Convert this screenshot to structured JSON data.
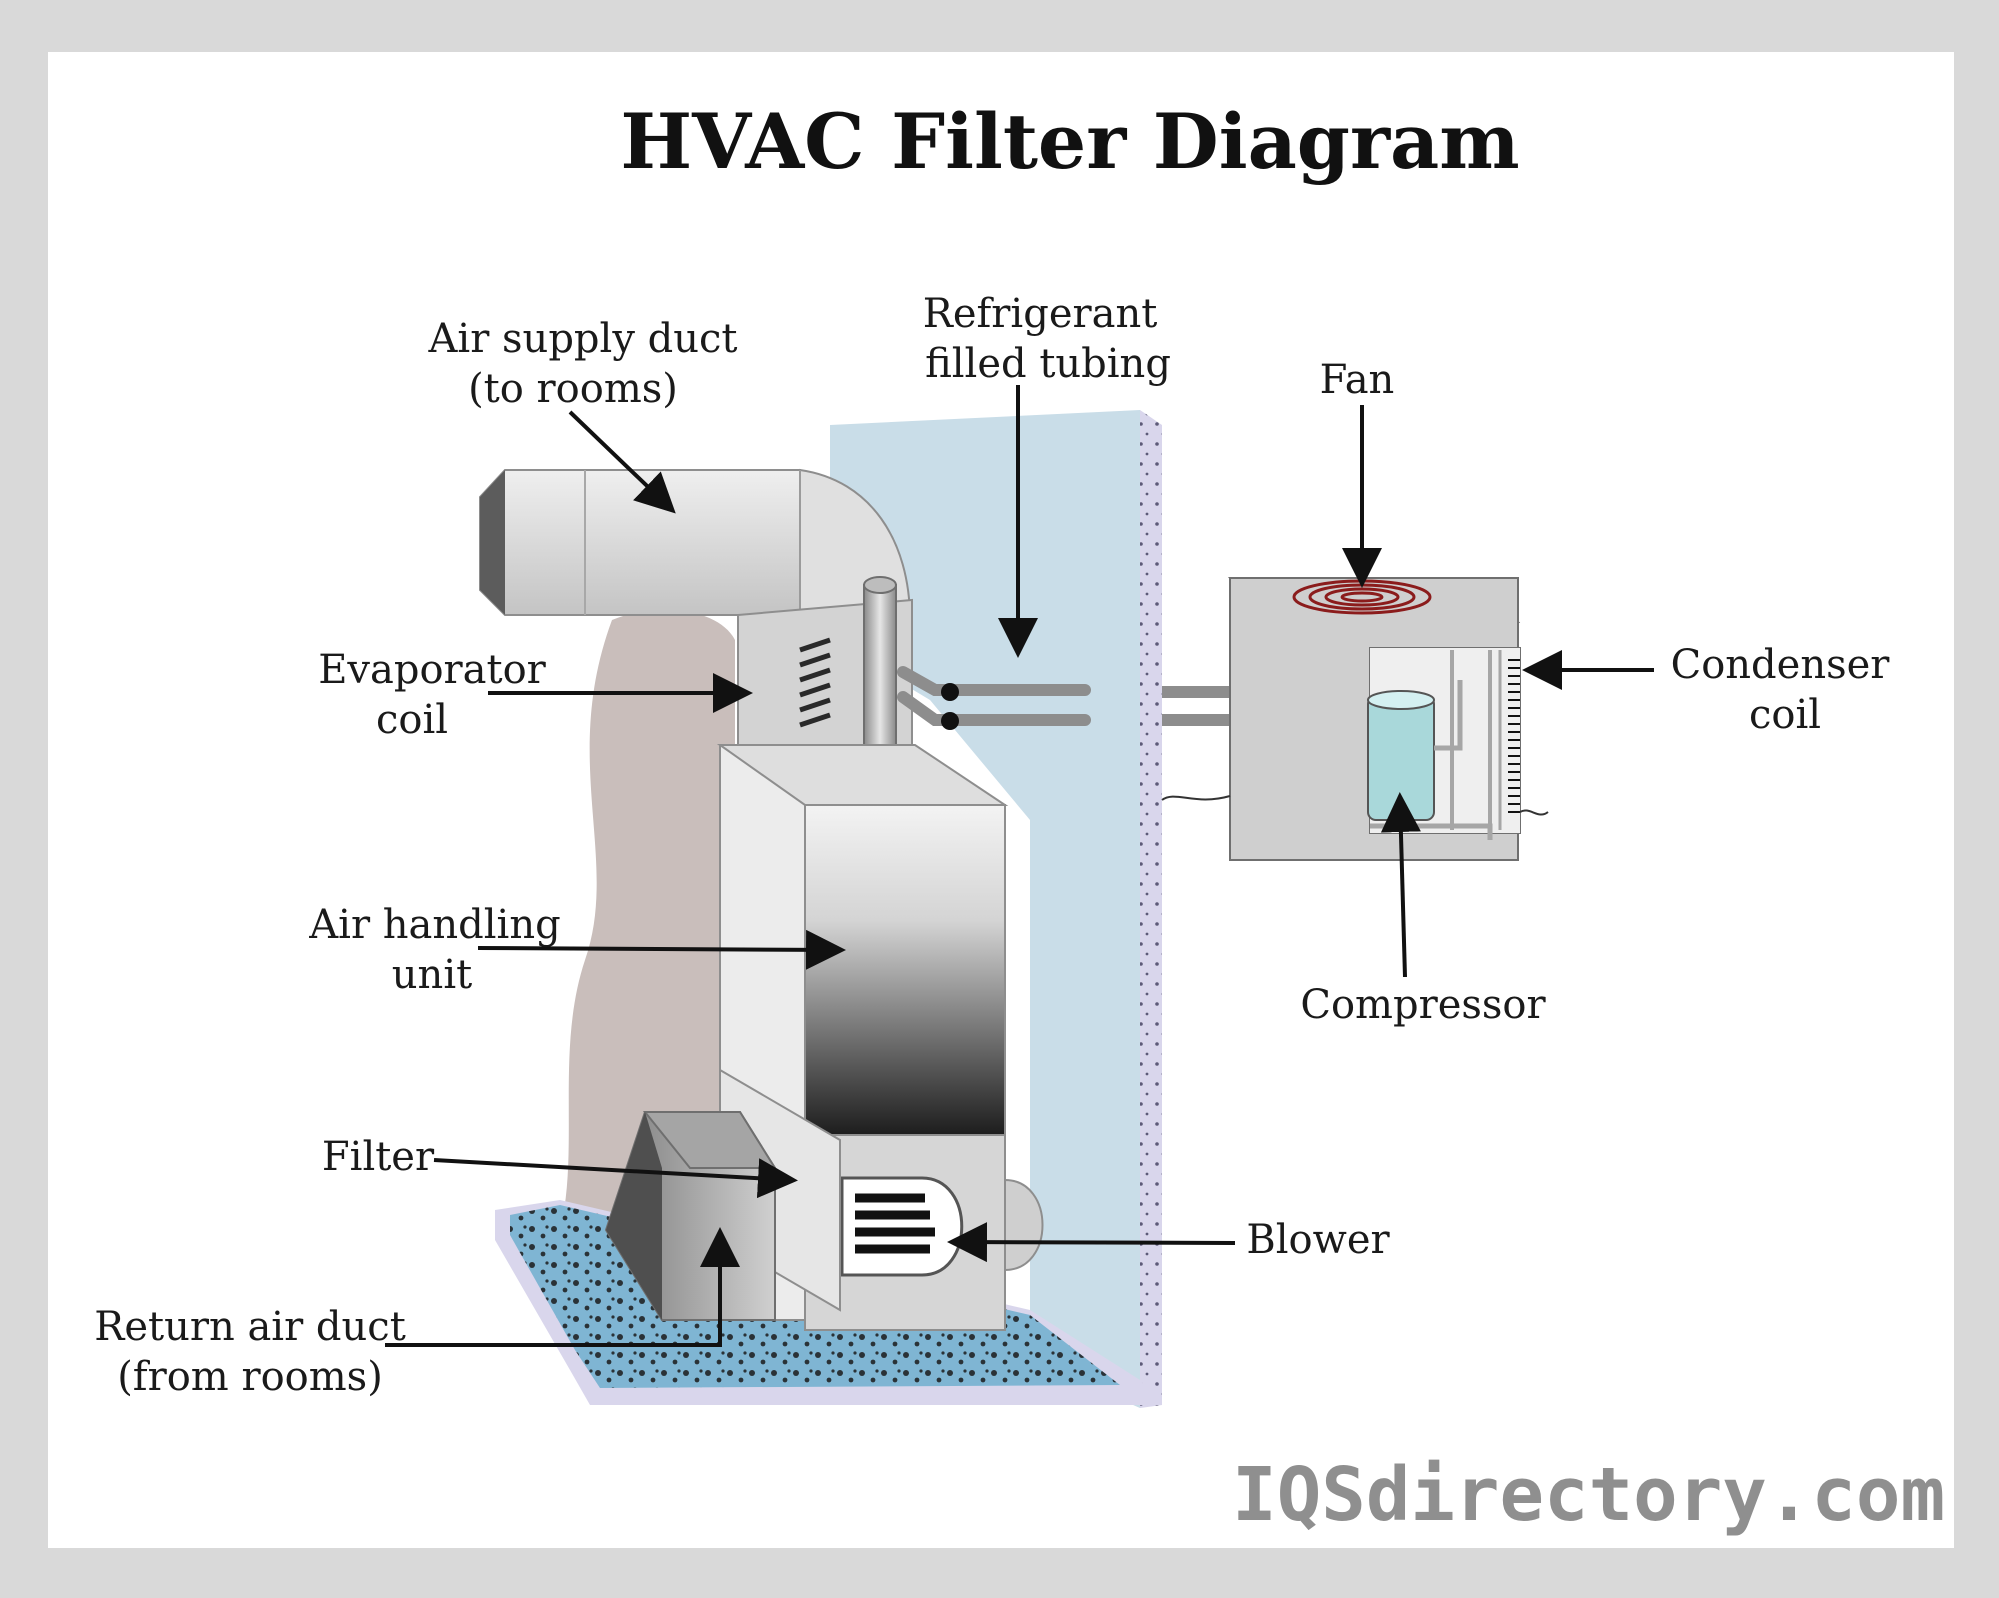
{
  "title": "HVAC Filter Diagram",
  "labels": {
    "air_supply_duct_1": "Air supply duct",
    "air_supply_duct_2": "(to rooms)",
    "refrigerant_1": "Refrigerant",
    "refrigerant_2": "filled tubing",
    "fan": "Fan",
    "evaporator_1": "Evaporator",
    "evaporator_2": "coil",
    "condenser_1": "Condenser",
    "condenser_2": "coil",
    "air_handling_1": "Air handling",
    "air_handling_2": "unit",
    "compressor": "Compressor",
    "filter": "Filter",
    "blower": "Blower",
    "return_air_1": "Return air duct",
    "return_air_2": "(from rooms)"
  },
  "watermark": "IQSdirectory.com",
  "colors": {
    "frame": "#d9d9d9",
    "panel": "#ffffff",
    "wall_blue": "#c9dde8",
    "wall_edge": "#d9d6ec",
    "floor_blue": "#7fb5d3",
    "back_wall": "#c9bebb",
    "metal_light": "#e6e6e6",
    "metal_dark": "#9c9c9c"
  }
}
